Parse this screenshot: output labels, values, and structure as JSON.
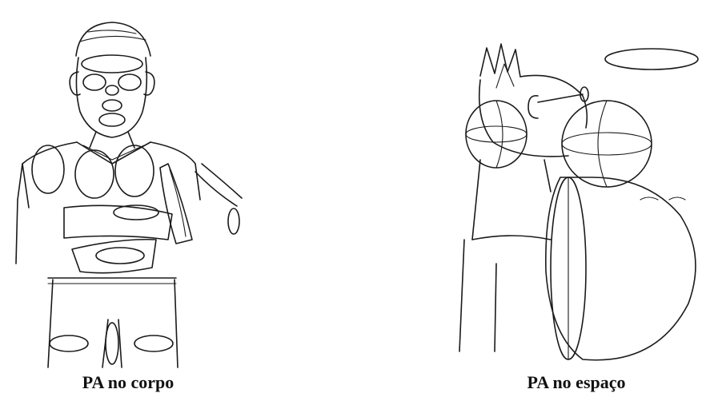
{
  "figures": [
    {
      "caption": "PA no corpo",
      "illustration": "body-points-figure"
    },
    {
      "caption": "PA no espaço",
      "illustration": "space-spheres-figure"
    }
  ]
}
